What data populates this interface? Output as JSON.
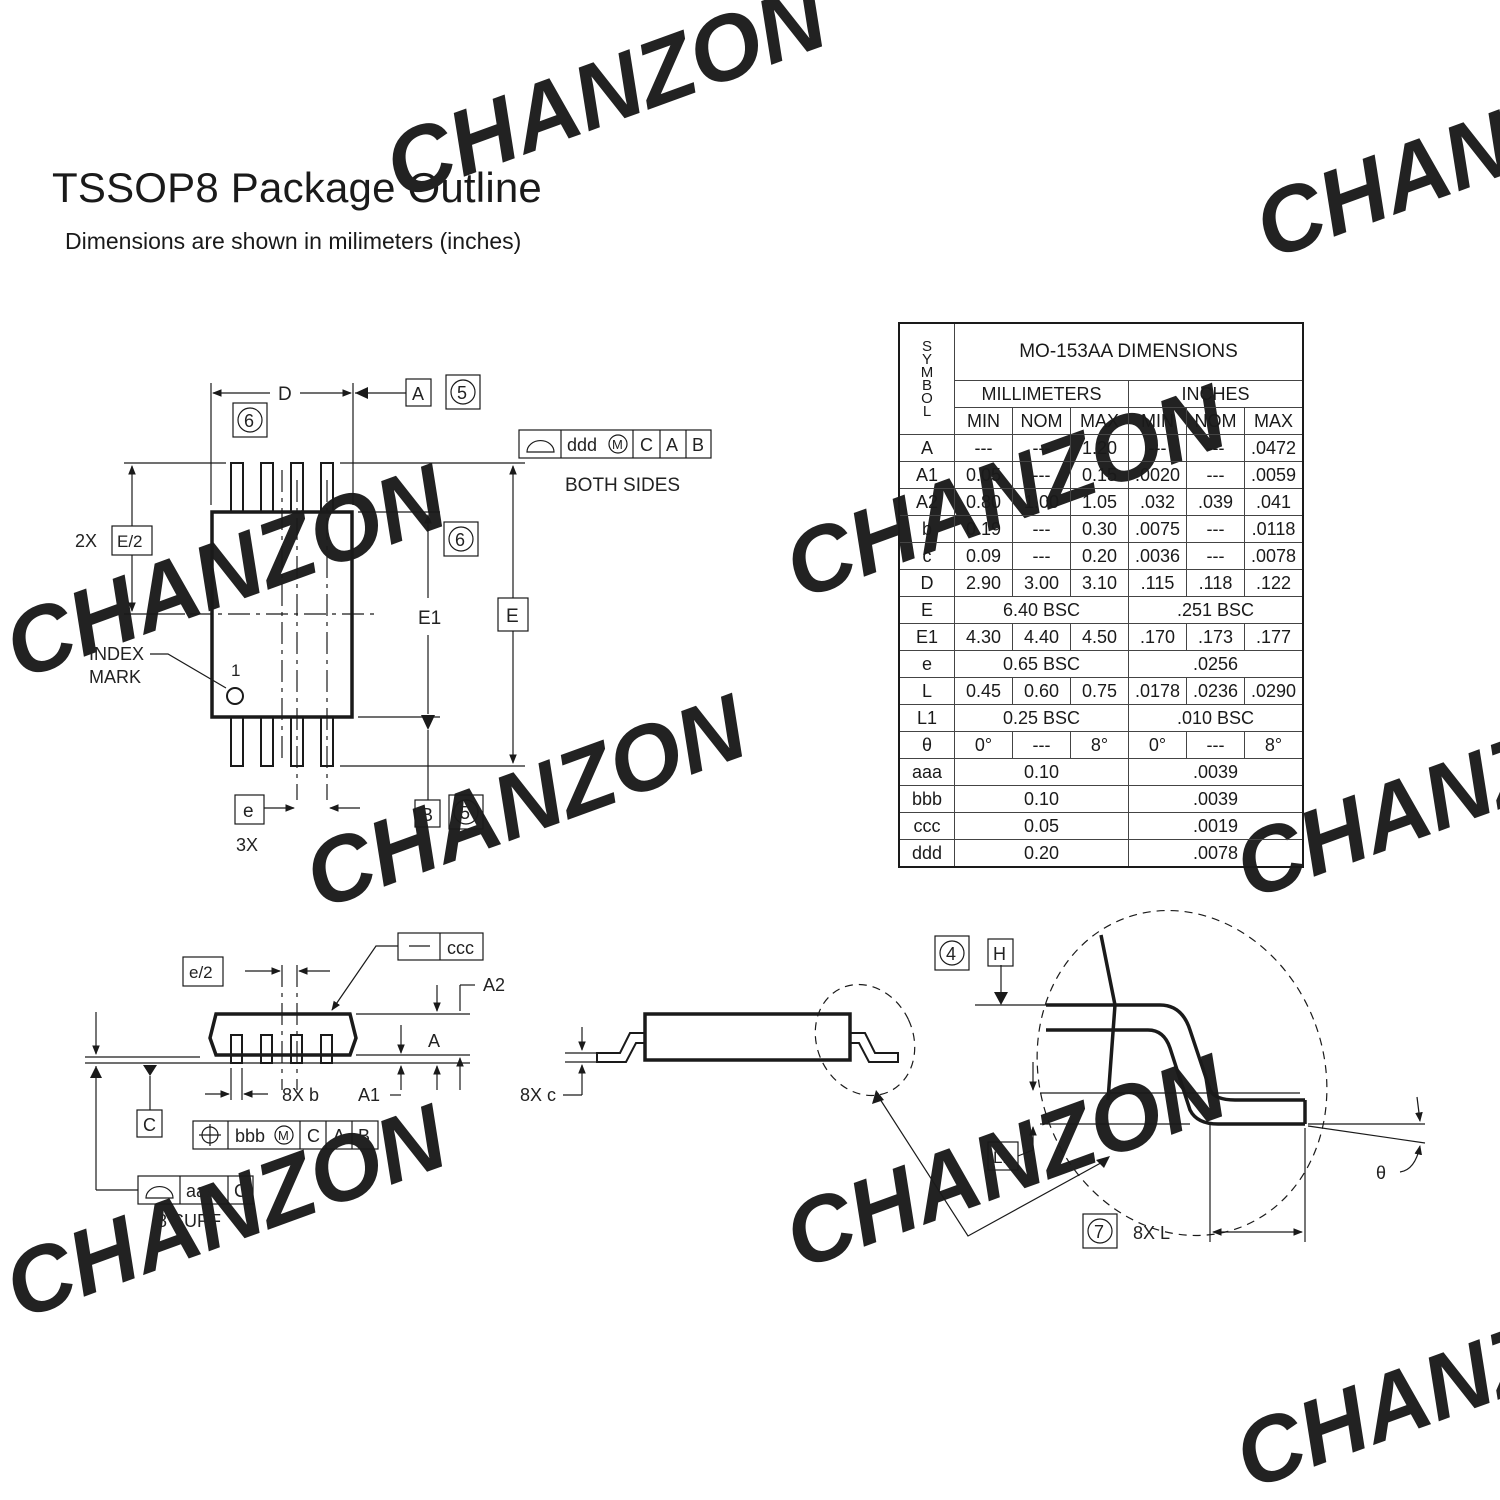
{
  "header": {
    "title": "TSSOP8 Package Outline",
    "subtitle": "Dimensions are shown in milimeters (inches)"
  },
  "watermark": "CHANZON",
  "top_view": {
    "dim_D": "D",
    "datum_A": "A",
    "note_5": "5",
    "note_6": "6",
    "fcf_ddd": {
      "value": "ddd",
      "modifier": "M",
      "refs": [
        "C",
        "A",
        "B"
      ]
    },
    "both_sides": "BOTH SIDES",
    "two_x": "2X",
    "e_half": "E/2",
    "dim_E1": "E1",
    "dim_E": "E",
    "index_mark": [
      "INDEX",
      "MARK"
    ],
    "pin_1": "1",
    "dim_e": "e",
    "three_x": "3X",
    "datum_B": "B"
  },
  "side_view": {
    "e_half": "e/2",
    "fcf_ccc": "ccc",
    "dim_A2": "A2",
    "dim_A": "A",
    "dim_A1": "A1",
    "eight_x_b": "8X b",
    "datum_C": "C",
    "fcf_bbb": {
      "value": "bbb",
      "modifier": "M",
      "refs": [
        "C",
        "A",
        "B"
      ]
    },
    "fcf_aaa": {
      "value": "aaa",
      "refs": [
        "C"
      ]
    },
    "eight_surf": "8 SURF"
  },
  "end_view": {
    "eight_x_c": "8X c"
  },
  "detail_view": {
    "note_4": "4",
    "datum_H": "H",
    "dim_L1": "L1",
    "note_7": "7",
    "eight_x_L": "8X L",
    "theta": "θ"
  },
  "table": {
    "symbol_header": [
      "S",
      "Y",
      "M",
      "B",
      "O",
      "L"
    ],
    "title": "MO-153AA DIMENSIONS",
    "units": [
      "MILLIMETERS",
      "INCHES"
    ],
    "subheaders": [
      "MIN",
      "NOM",
      "MAX",
      "MIN",
      "NOM",
      "MAX"
    ],
    "rows": [
      {
        "sym": "A",
        "mm": [
          "---",
          "---",
          "1.20"
        ],
        "in": [
          "---",
          "---",
          ".0472"
        ]
      },
      {
        "sym": "A1",
        "mm": [
          "0.05",
          "---",
          "0.15"
        ],
        "in": [
          ".0020",
          "---",
          ".0059"
        ]
      },
      {
        "sym": "A2",
        "mm": [
          "0.80",
          "1.00",
          "1.05"
        ],
        "in": [
          ".032",
          ".039",
          ".041"
        ]
      },
      {
        "sym": "b",
        "mm": [
          "0.19",
          "---",
          "0.30"
        ],
        "in": [
          ".0075",
          "---",
          ".0118"
        ]
      },
      {
        "sym": "c",
        "mm": [
          "0.09",
          "---",
          "0.20"
        ],
        "in": [
          ".0036",
          "---",
          ".0078"
        ]
      },
      {
        "sym": "D",
        "mm": [
          "2.90",
          "3.00",
          "3.10"
        ],
        "in": [
          ".115",
          ".118",
          ".122"
        ]
      },
      {
        "sym": "E",
        "mm_span": "6.40 BSC",
        "in_span": ".251 BSC"
      },
      {
        "sym": "E1",
        "mm": [
          "4.30",
          "4.40",
          "4.50"
        ],
        "in": [
          ".170",
          ".173",
          ".177"
        ]
      },
      {
        "sym": "e",
        "mm_span": "0.65 BSC",
        "in_span": ".0256"
      },
      {
        "sym": "L",
        "mm": [
          "0.45",
          "0.60",
          "0.75"
        ],
        "in": [
          ".0178",
          ".0236",
          ".0290"
        ]
      },
      {
        "sym": "L1",
        "mm_span": "0.25 BSC",
        "in_span": ".010 BSC"
      },
      {
        "sym": "θ",
        "mm": [
          "0°",
          "---",
          "8°"
        ],
        "in": [
          "0°",
          "---",
          "8°"
        ]
      },
      {
        "sym": "aaa",
        "mm_span": "0.10",
        "in_span": ".0039"
      },
      {
        "sym": "bbb",
        "mm_span": "0.10",
        "in_span": ".0039"
      },
      {
        "sym": "ccc",
        "mm_span": "0.05",
        "in_span": ".0019"
      },
      {
        "sym": "ddd",
        "mm_span": "0.20",
        "in_span": ".0078"
      }
    ]
  }
}
